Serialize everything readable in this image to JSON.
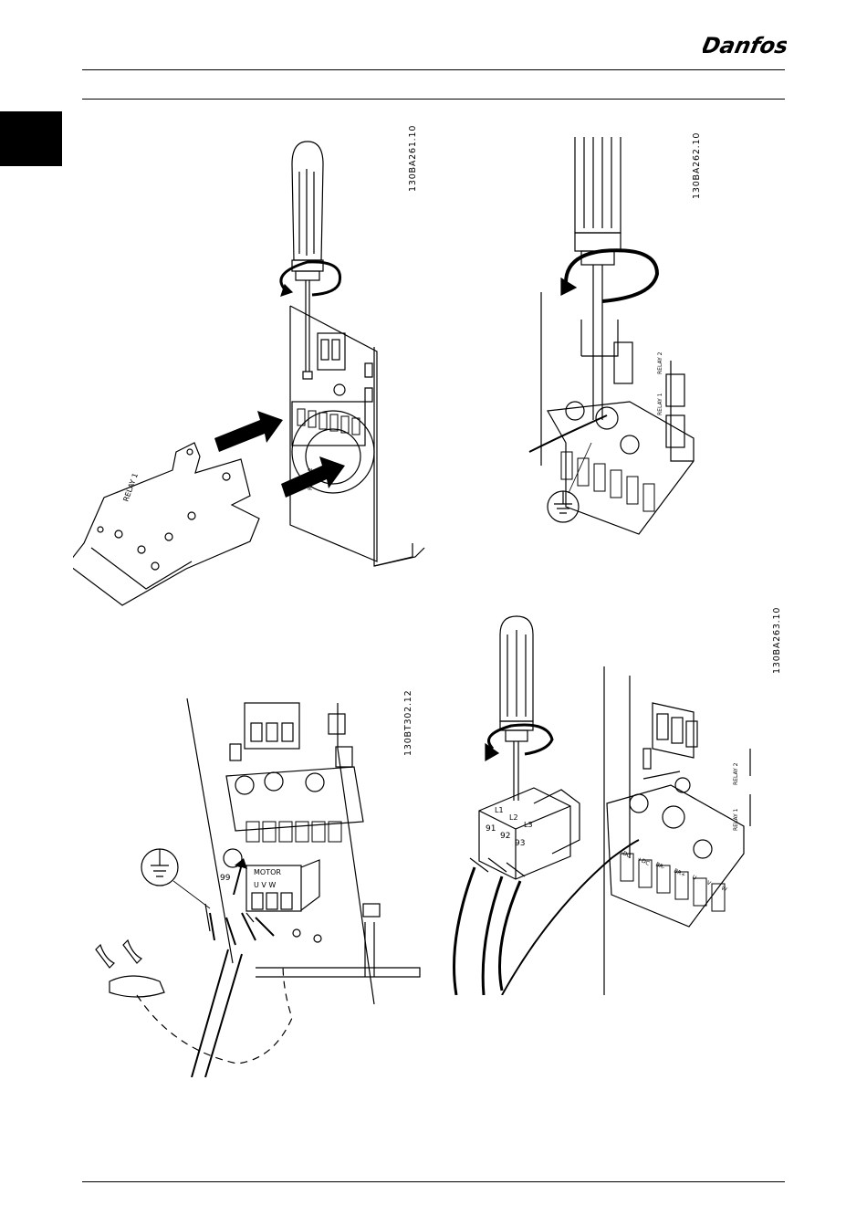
{
  "header": {
    "brand": "Danfoss"
  },
  "figures": [
    {
      "code": "130BA261.10",
      "labels": {
        "relay1": "RELAY 1",
        "relay2": "RELAY 2"
      }
    },
    {
      "code": "130BA262.10",
      "labels": {
        "relay1": "RELAY 1",
        "relay2": "RELAY 2"
      }
    },
    {
      "code": "130BT302.12",
      "labels": {
        "terminal": "99",
        "motor": "MOTOR",
        "uvw": "U V W"
      }
    },
    {
      "code": "130BA263.10",
      "labels": {
        "t91": "91",
        "t92": "92",
        "t93": "93",
        "l1": "L1",
        "l2": "L2",
        "l3": "L3",
        "relay1": "RELAY 1",
        "relay2": "RELAY 2",
        "dc_minus": "-DC",
        "dc_plus": "+DC",
        "br_minus": "BR-",
        "br_plus": "BR+",
        "u": "U",
        "v": "V",
        "w": "W"
      }
    }
  ],
  "colors": {
    "ink": "#000000",
    "paper": "#ffffff"
  }
}
